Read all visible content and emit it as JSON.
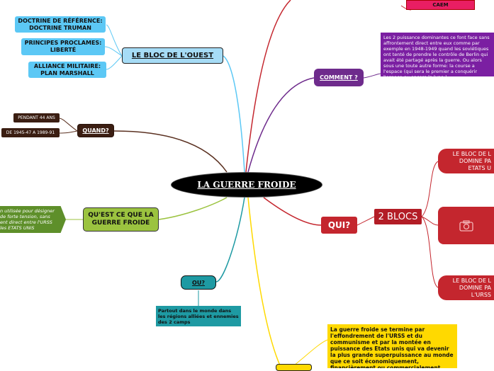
{
  "center": {
    "label": "LA GUERRE FROIDE"
  },
  "ouest": {
    "label": "LE BLOC DE L'OUEST",
    "items": [
      "DOCTRINE DE RÉFÉRENCE:\nDOCTRINE TRUMAN",
      "PRINCIPES PROCLAMES:\nLIBERTÉ",
      "ALLIANCE MILITAIRE:\nPLAN MARSHALL"
    ]
  },
  "quand": {
    "label": "QUAND?",
    "items": [
      "PENDANT 44 ANS",
      "DE 1945-47 A 1989-91"
    ]
  },
  "quest": {
    "label": "QU'EST CE QUE LA\nGUERRE FROIDE",
    "note": "n utilisée pour désigner\nde forte tension, sans\nent direct entre l'URSS\nles ETATS UNIS"
  },
  "ou": {
    "label": "OU?",
    "note": "Partout dans le monde dans les régions alliées et ennemies des 2 camps"
  },
  "comment": {
    "label": "COMMENT ?",
    "note": "Les 2 puissance dominantes ce font face sans affrontement direct entre eux comme par exemple en 1948-1949 quand les soviétiques ont tenté de prendre le contrôle de Berlin qui avait été partagé après la guerre. Ou alors sous une toute autre forme: la course a l'espace (qui sera le premier a conquérir l'espace ou encore la lune )"
  },
  "top": {
    "caem": "CAEM"
  },
  "qui": {
    "label": "QUI?",
    "blocs": "2 BLOCS",
    "bloc1": "LE BLOC DE L\nDOMINE PA\nETATS U",
    "bloc2": "LE BLOC DE L\nDOMINE PA\nL'URSS",
    "camera": "camera-icon"
  },
  "fin": {
    "note": "La guerre froide se termine par l'effondrement de l'URSS et du communisme et par la montée en puissance des Etats unis qui va devenir la plus grande superpuissance au monde que ce soit économiquement, financièrement ou commercialement"
  },
  "colors": {
    "blue": "#5cc8f5",
    "brown": "#3b1e12",
    "green": "#9bc33f",
    "teal": "#1e9aa3",
    "purple": "#6e2b8c",
    "red": "#c4262e",
    "yellow": "#ffd900"
  }
}
